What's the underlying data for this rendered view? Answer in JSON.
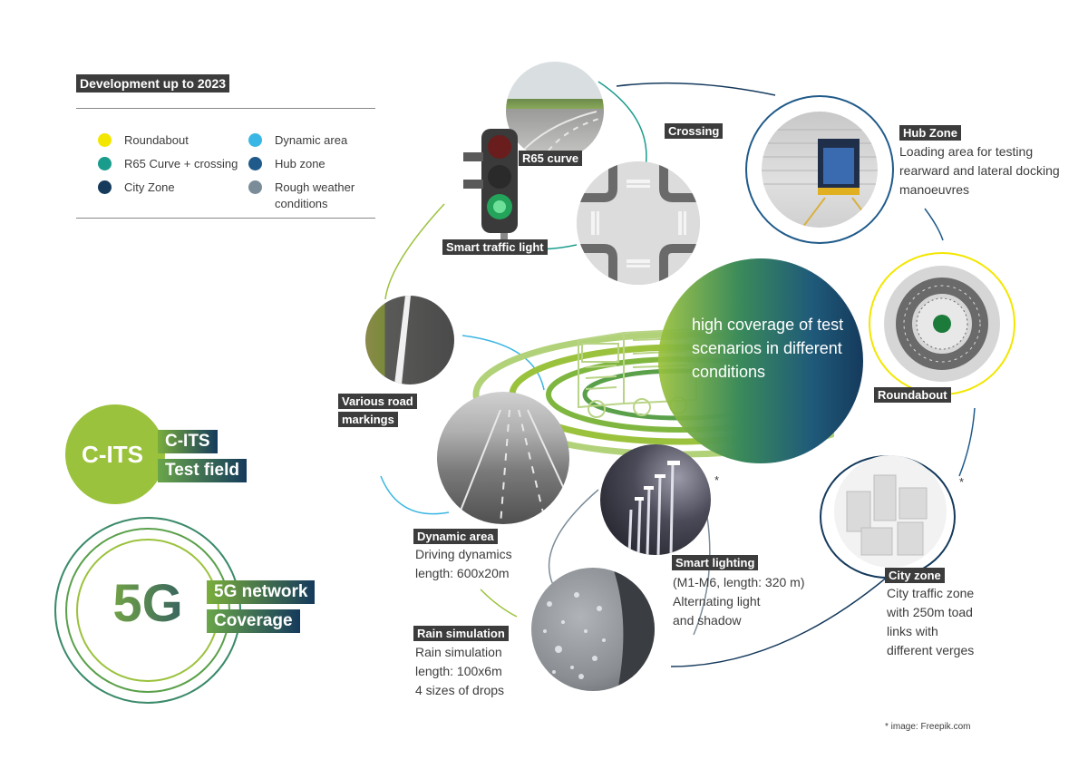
{
  "legend": {
    "title": "Development up to 2023",
    "items": [
      {
        "label": "Roundabout",
        "color": "#f3e600"
      },
      {
        "label": "R65 Curve + crossing",
        "color": "#1a9c8c"
      },
      {
        "label": "City Zone",
        "color": "#153a5c"
      },
      {
        "label": "Dynamic area",
        "color": "#3ab6e4"
      },
      {
        "label": "Hub zone",
        "color": "#1f5a8a"
      },
      {
        "label": "Rough weather conditions",
        "color": "#7b8c99"
      }
    ]
  },
  "badges": {
    "cits": {
      "circle_text": "C-ITS",
      "line1": "C-ITS",
      "line2": "Test field"
    },
    "fiveg": {
      "circle_text": "5G",
      "line1": "5G network",
      "line2": "Coverage"
    }
  },
  "center": {
    "text": "high coverage of test scenarios in different conditions"
  },
  "scenarios": {
    "r65_curve": {
      "label": "R65 curve"
    },
    "crossing": {
      "label": "Crossing"
    },
    "smart_traffic_light": {
      "label": "Smart traffic light"
    },
    "hub_zone": {
      "label": "Hub Zone",
      "desc": [
        "Loading area for testing",
        "rearward and lateral docking",
        "manoeuvres"
      ]
    },
    "roundabout": {
      "label": "Roundabout"
    },
    "road_markings": {
      "label_lines": [
        "Various road",
        "markings"
      ]
    },
    "dynamic_area": {
      "label": "Dynamic area",
      "desc": [
        "Driving dynamics",
        "length: 600x20m"
      ]
    },
    "smart_lighting": {
      "label": "Smart lighting",
      "desc": [
        "(M1-M6, length: 320 m)",
        "Alternating light",
        "and shadow"
      ]
    },
    "city_zone": {
      "label": "City zone",
      "desc": [
        "City traffic zone",
        "with 250m toad",
        "links with",
        "different verges"
      ]
    },
    "rain_simulation": {
      "label": "Rain simulation",
      "desc": [
        "Rain simulation",
        "length: 100x6m",
        "4 sizes of drops"
      ]
    }
  },
  "asterisk": "*",
  "footnote": "* image: Freepik.com"
}
